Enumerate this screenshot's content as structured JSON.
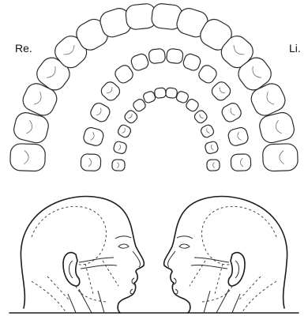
{
  "labels": {
    "right_side": "Re.",
    "left_side": "Li."
  },
  "figure": {
    "dental_arches": [
      {
        "teeth": 16
      },
      {
        "teeth": 14
      },
      {
        "teeth": 14
      }
    ],
    "head_profiles": 2
  }
}
